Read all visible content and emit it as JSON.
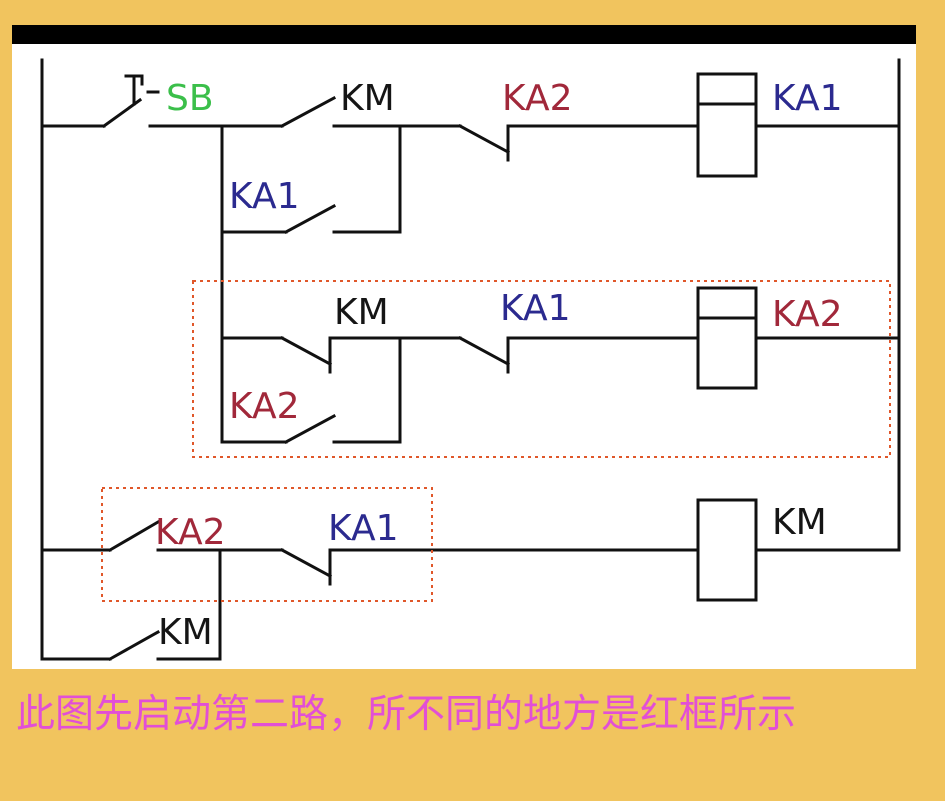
{
  "colors": {
    "background": "#f1c45e",
    "panel": "#ffffff",
    "wire": "#111111",
    "label_dark": "#151515",
    "label_blue": "#2b2a8f",
    "label_red": "#a1283a",
    "label_green": "#3bbf4a",
    "highlight_box": "#e0572a",
    "caption": "#e24fd6"
  },
  "labels": {
    "sb": "SB",
    "km_rung1": "KM",
    "ka2_rung1": "KA2",
    "ka1_coil": "KA1",
    "ka1_hold": "KA1",
    "km_rung2": "KM",
    "ka1_rung2": "KA1",
    "ka2_coil": "KA2",
    "ka2_hold": "KA2",
    "ka2_rung3": "KA2",
    "ka1_rung3": "KA1",
    "km_coil": "KM",
    "km_hold": "KM"
  },
  "caption": "此图先启动第二路，所不同的地方是红框所示"
}
